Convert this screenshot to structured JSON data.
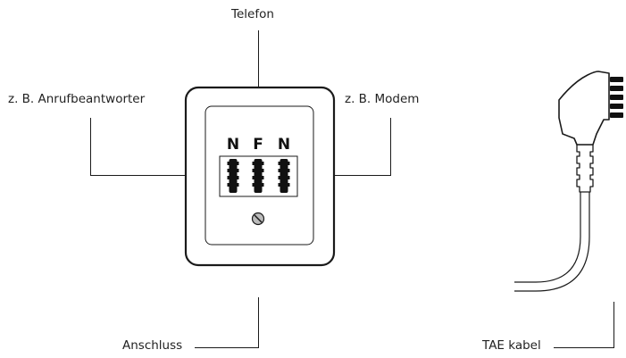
{
  "labels": {
    "top": "Telefon",
    "left": "z. B. Anrufbeantworter",
    "right": "z. B. Modem",
    "bottom_left": "Anschluss",
    "bottom_right": "TAE kabel"
  },
  "socket": {
    "slots": [
      "N",
      "F",
      "N"
    ]
  },
  "colors": {
    "line": "#1a1a1a",
    "text": "#222222",
    "background": "#ffffff",
    "screw": "#bbbbbb"
  }
}
